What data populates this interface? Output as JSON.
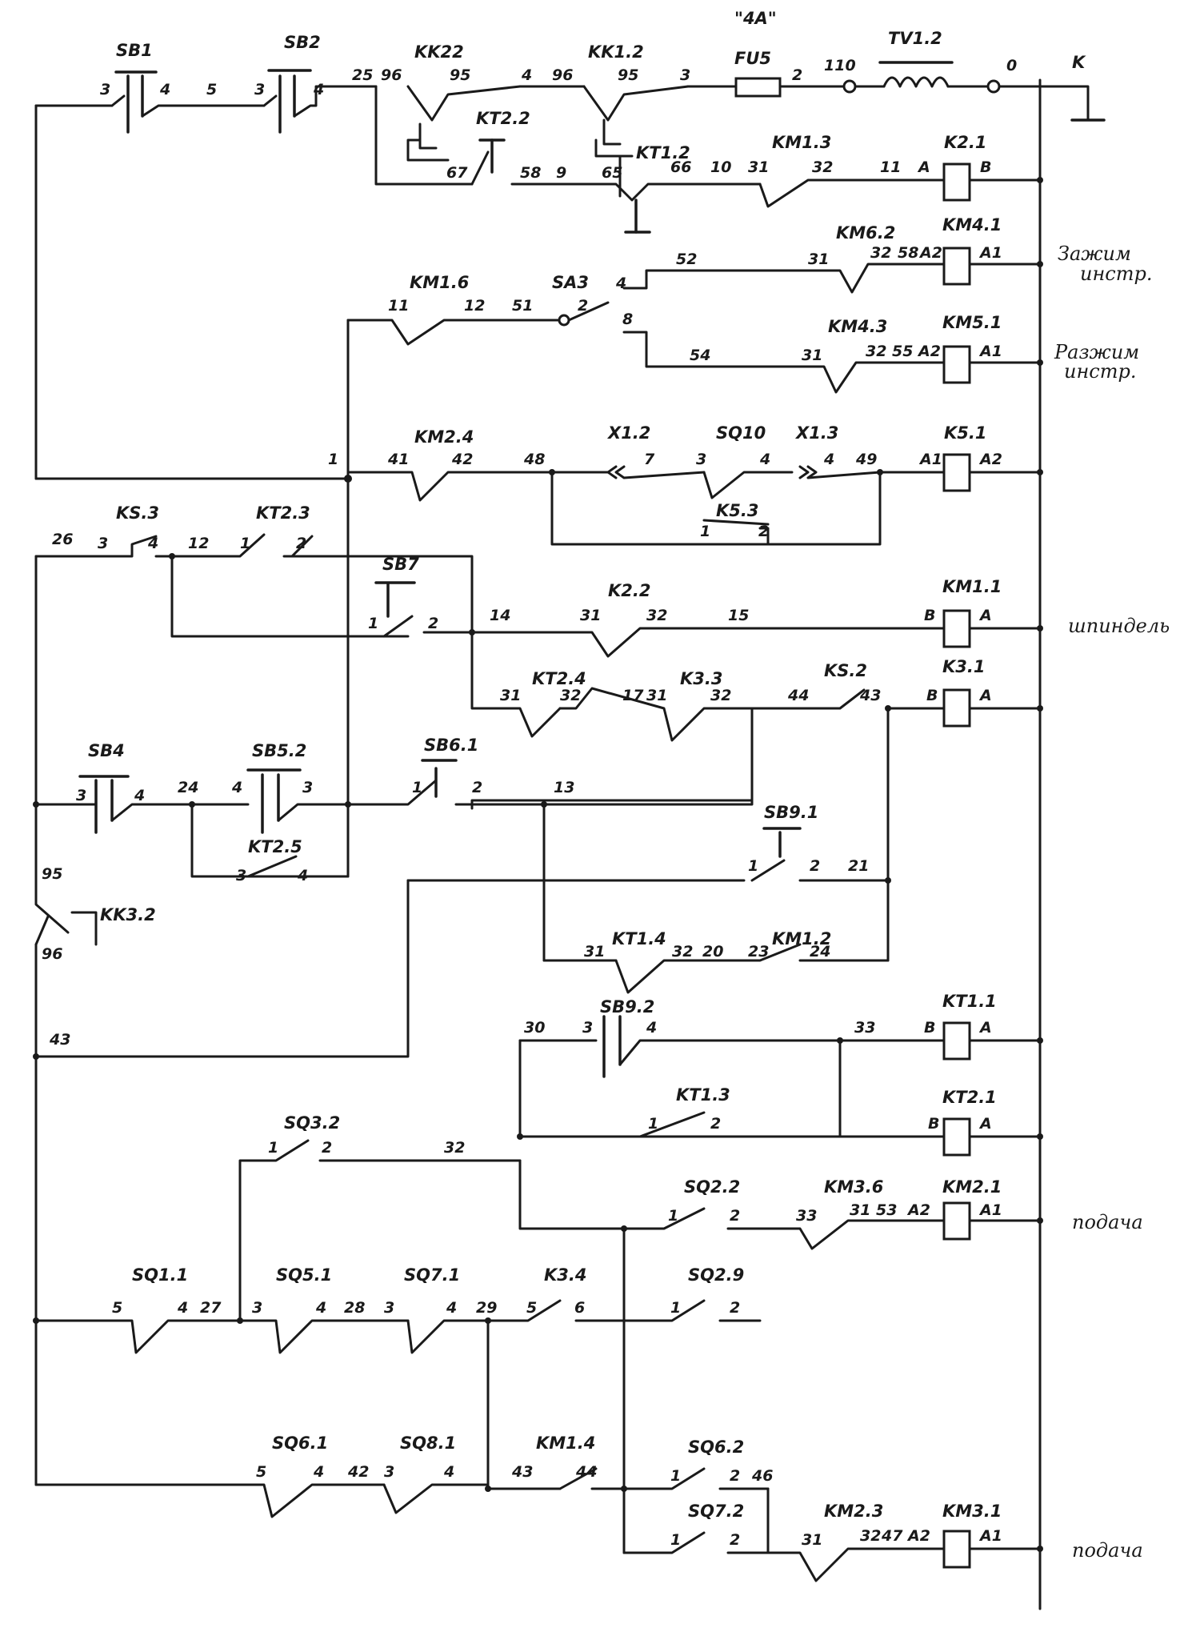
{
  "labels": {
    "SB1": "SB1",
    "SB2": "SB2",
    "KK22": "KK22",
    "KK12": "KK1.2",
    "KT22": "KT2.2",
    "FU_rating": "\"4A\"",
    "FU5": "FU5",
    "TV12": "TV1.2",
    "K": "K",
    "KT12": "KT1.2",
    "KM13": "KM1.3",
    "K21": "K2.1",
    "KM62": "KM6.2",
    "KM41": "KM4.1",
    "KM16": "KM1.6",
    "SA3": "SA3",
    "KM43": "KM4.3",
    "KM51": "KM5.1",
    "KM24": "KM2.4",
    "X12": "X1.2",
    "SQ10": "SQ10",
    "X13": "X1.3",
    "K51": "K5.1",
    "K53": "K5.3",
    "KS3": "KS.3",
    "KT23": "KT2.3",
    "SB7": "SB7",
    "K22": "K2.2",
    "KM11": "KM1.1",
    "KT24": "KT2.4",
    "K33": "K3.3",
    "KS2": "KS.2",
    "K31": "K3.1",
    "SB4": "SB4",
    "SB52": "SB5.2",
    "SB61": "SB6.1",
    "KT25": "KT2.5",
    "SB91": "SB9.1",
    "KK32": "KK3.2",
    "KT14": "KT1.4",
    "KM12": "KM1.2",
    "SB92": "SB9.2",
    "KT11": "KT1.1",
    "KT13": "KT1.3",
    "KT21": "KT2.1",
    "SQ32": "SQ3.2",
    "SQ22": "SQ2.2",
    "KM36": "KM3.6",
    "KM21": "KM2.1",
    "SQ11": "SQ1.1",
    "SQ51": "SQ5.1",
    "SQ71": "SQ7.1",
    "K34": "K3.4",
    "SQ29": "SQ2.9",
    "SQ61": "SQ6.1",
    "SQ81": "SQ8.1",
    "KM14": "KM1.4",
    "SQ62": "SQ6.2",
    "SQ72": "SQ7.2",
    "KM23": "KM2.3",
    "KM31": "KM3.1"
  },
  "wires": {
    "n3a": "3",
    "n4a": "4",
    "n5": "5",
    "n3b": "3",
    "n4b": "4",
    "n25": "25",
    "n96a": "96",
    "n95a": "95",
    "n4c": "4",
    "n96b": "96",
    "n95b": "95",
    "n3c": "3",
    "n2a": "2",
    "n110": "110",
    "n0": "0",
    "n67": "67",
    "n58": "58",
    "n9": "9",
    "n65": "65",
    "n66": "66",
    "n10": "10",
    "n31a": "31",
    "n32a": "32",
    "n11a": "11",
    "nA1": "A",
    "nB1": "B",
    "n4d": "4",
    "n52": "52",
    "n31b": "31",
    "n32b": "32",
    "n58b": "58",
    "nA2a": "A2",
    "nA1a": "A1",
    "n11b": "11",
    "n12": "12",
    "n51": "51",
    "n2b": "2",
    "n8": "8",
    "n54": "54",
    "n31c": "31",
    "n32c": "32",
    "n55": "55",
    "nA2b": "A2",
    "nA1b": "A1",
    "n1": "1",
    "n41": "41",
    "n42": "42",
    "n48": "48",
    "n7": "7",
    "n3d": "3",
    "n4e": "4",
    "n4f": "4",
    "n49": "49",
    "nA1c": "A1",
    "nA2c": "A2",
    "n1b": "1",
    "n2c": "2",
    "n26": "26",
    "n3e": "3",
    "n4g": "4",
    "n12b": "12",
    "n1c": "1",
    "n2d": "2",
    "n1d": "1",
    "n2e": "2",
    "n14": "14",
    "n31d": "31",
    "n32d": "32",
    "n15": "15",
    "nB2": "B",
    "nA3": "A",
    "n31e": "31",
    "n32e": "32",
    "n17": "17",
    "n31f": "31",
    "n32f": "32",
    "n44": "44",
    "n43b": "43",
    "nB3": "B",
    "nA4": "A",
    "n3f": "3",
    "n4h": "4",
    "n24": "24",
    "n4i": "4",
    "n3g": "3",
    "n1e": "1",
    "n2f": "2",
    "n13": "13",
    "n3h": "3",
    "n4j": "4",
    "n1f": "1",
    "n2g": "2",
    "n21": "21",
    "n95c": "95",
    "n96c": "96",
    "n31g": "31",
    "n32g": "32",
    "n20": "20",
    "n23": "23",
    "n24b": "24",
    "n43": "43",
    "n30": "30",
    "n3i": "3",
    "n4k": "4",
    "n33": "33",
    "nB4": "B",
    "nA5": "A",
    "n1g": "1",
    "n2h": "2",
    "nB5": "B",
    "nA6": "A",
    "n1h": "1",
    "n2i": "2",
    "n32h": "32",
    "n1i": "1",
    "n2j": "2",
    "n33b": "33",
    "n31h": "31",
    "n53": "53",
    "nA2d": "A2",
    "nA1d": "A1",
    "n5b": "5",
    "n4l": "4",
    "n27": "27",
    "n3j": "3",
    "n4m": "4",
    "n28": "28",
    "n3k": "3",
    "n4n": "4",
    "n29": "29",
    "n5c": "5",
    "n6": "6",
    "n1j": "1",
    "n2k": "2",
    "n5d": "5",
    "n4o": "4",
    "n42b": "42",
    "n3l": "3",
    "n4p": "4",
    "n43c": "43",
    "n44b": "44",
    "n1k": "1",
    "n2l": "2",
    "n46": "46",
    "n1l": "1",
    "n2m": "2",
    "n31i": "31",
    "n32i": "32",
    "n47": "47",
    "nA2e": "A2",
    "nA1e": "A1"
  },
  "notes": {
    "zazhim": "Зажим",
    "zazhim2": "инстр.",
    "razzhim": "Разжим",
    "razzhim2": "инстр.",
    "shpindel": "шпиндель",
    "podacha1": "подача",
    "podacha2": "подача"
  }
}
